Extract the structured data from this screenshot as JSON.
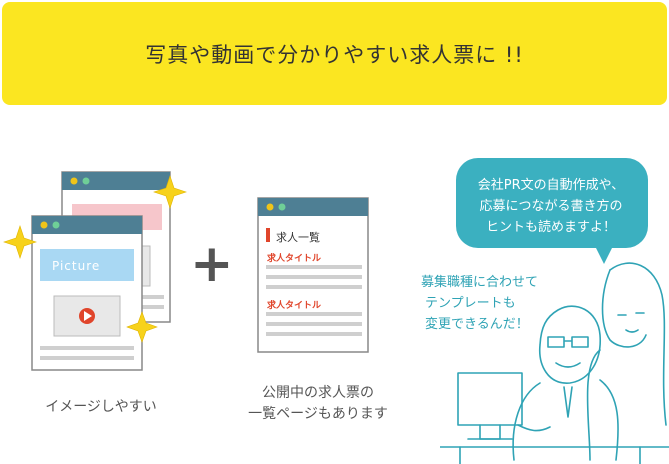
{
  "banner": {
    "title": "写真や動画で分かりやすい求人票に !!"
  },
  "left_mock": {
    "picture_label": "Picture",
    "caption": "イメージしやすい"
  },
  "plus": {
    "symbol": "+"
  },
  "middle_mock": {
    "title": "求人一覧",
    "job_title_1": "求人タイトル",
    "job_title_2": "求人タイトル",
    "caption_line1": "公開中の求人票の",
    "caption_line2": "一覧ページもあります"
  },
  "right": {
    "bubble_line1": "会社PR文の自動作成や、",
    "bubble_line2": "応募につながる書き方の",
    "bubble_line3": "ヒントも読めますよ！",
    "speech_line1": "募集職種に合わせて",
    "speech_line2": "テンプレートも",
    "speech_line3": "変更できるんだ！"
  },
  "colors": {
    "banner": "#fbe621",
    "window_bar": "#4e7f94",
    "bubble": "#3bb0c0",
    "accent_red": "#e0452b",
    "sparkle": "#f7d21b"
  },
  "icons": [
    "sparkle-icon",
    "play-icon",
    "red-bar-icon"
  ]
}
